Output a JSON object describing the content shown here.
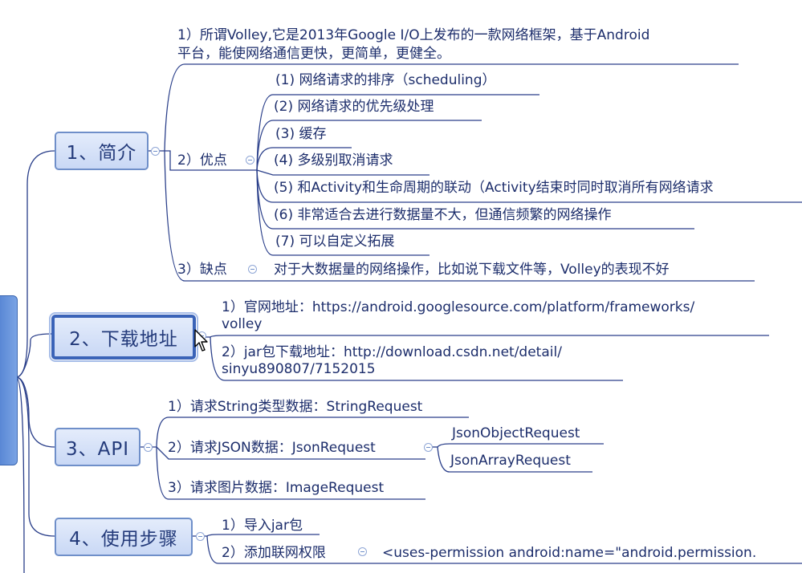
{
  "nodes": {
    "n1": "1、简介",
    "n2": "2、下载地址",
    "n3": "3、API",
    "n4": "4、使用步骤"
  },
  "intro": {
    "item1_line1": "1）所谓Volley,它是2013年Google I/O上发布的一款网络框架，基于Android",
    "item1_line2": "平台，能使网络通信更快，更简单，更健全。",
    "pros_label": "2）优点",
    "pros": [
      "(1)  网络请求的排序（scheduling）",
      "(2)  网络请求的优先级处理",
      "(3)  缓存",
      "(4)  多级别取消请求",
      "(5)  和Activity和生命周期的联动（Activity结束时同时取消所有网络请求",
      "(6)  非常适合去进行数据量不大，但通信频繁的网络操作",
      "(7)  可以自定义拓展"
    ],
    "cons_label": "3）缺点",
    "cons_text": "对于大数据量的网络操作，比如说下载文件等，Volley的表现不好"
  },
  "download": {
    "item1_line1": "1）官网地址：https://android.googlesource.com/platform/frameworks/",
    "item1_line2": "volley",
    "item2_line1": "2）jar包下载地址：http://download.csdn.net/detail/",
    "item2_line2": "sinyu890807/7152015"
  },
  "api": {
    "item1": "1）请求String类型数据：StringRequest",
    "item2": "2）请求JSON数据：JsonRequest",
    "json_object": "JsonObjectRequest",
    "json_array": "JsonArrayRequest",
    "item3": "3）请求图片数据：ImageRequest"
  },
  "steps": {
    "item1": "1）导入jar包",
    "item2": "2）添加联网权限",
    "permission": "<uses-permission android:name=\"android.permission."
  }
}
